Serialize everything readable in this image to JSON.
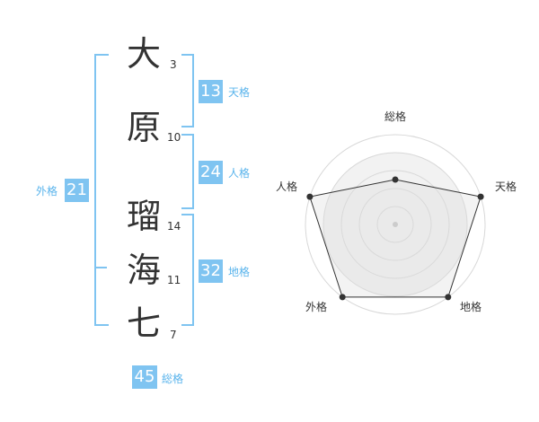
{
  "name": {
    "chars": [
      {
        "char": "大",
        "strokes": "3"
      },
      {
        "char": "原",
        "strokes": "10"
      },
      {
        "char": "瑠",
        "strokes": "14"
      },
      {
        "char": "海",
        "strokes": "11"
      },
      {
        "char": "七",
        "strokes": "7"
      }
    ]
  },
  "fortunes": {
    "tenkaku": {
      "value": "13",
      "label": "天格"
    },
    "jinkaku": {
      "value": "24",
      "label": "人格"
    },
    "chikaku": {
      "value": "32",
      "label": "地格"
    },
    "gaikaku": {
      "value": "21",
      "label": "外格"
    },
    "soukaku": {
      "value": "45",
      "label": "総格"
    }
  },
  "colors": {
    "accent": "#7fc4f1",
    "accent_text": "#5ab4ec",
    "kanji": "#333333"
  },
  "chart_data": {
    "type": "radar",
    "axes": [
      "総格",
      "天格",
      "地格",
      "外格",
      "人格"
    ],
    "values": [
      0.5,
      1.0,
      1.0,
      1.0,
      1.0
    ],
    "rings": 4,
    "range": [
      0,
      1
    ]
  }
}
